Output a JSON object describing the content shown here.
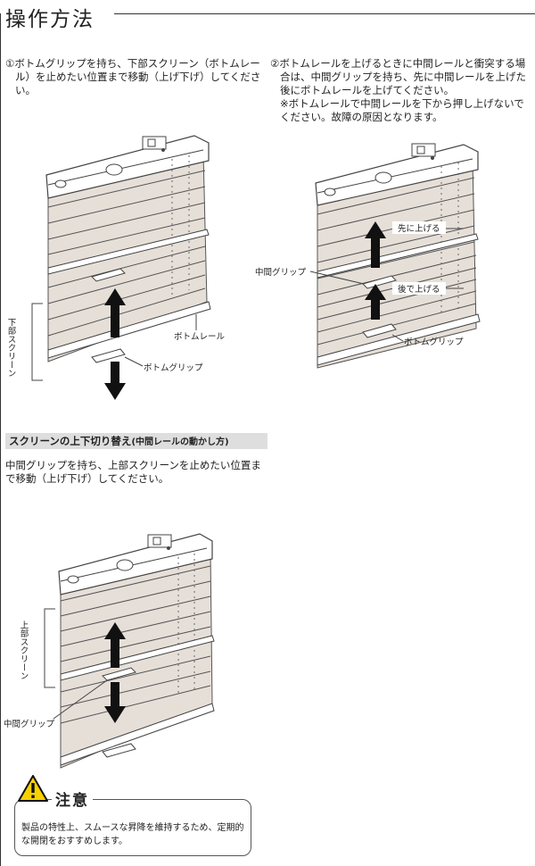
{
  "title": "操作方法",
  "step1": {
    "num": "①",
    "text": "ボトムグリップを持ち、下部スクリーン（ボトムレール）を止めたい位置まで移動（上げ下げ）してください。"
  },
  "step2": {
    "num": "②",
    "text": "ボトムレールを上げるときに中間レールと衝突する場合は、中間グリップを持ち、先に中間レールを上げた後にボトムレールを上げてください。",
    "note": "※ボトムレールで中間レールを下から押し上げないでください。故障の原因となります。"
  },
  "diagram1": {
    "screen_label": "下部スクリーン",
    "bottom_rail_label": "ボトムレール",
    "bottom_grip_label": "ボトムグリップ"
  },
  "diagram2": {
    "middle_grip_label": "中間グリップ",
    "raise_first_label": "先に上げる",
    "raise_later_label": "後で上げる",
    "bottom_grip_label": "ボトムグリップ"
  },
  "section": {
    "heading_main": "スクリーンの上下切り替え",
    "heading_sub": "(中間レールの動かし方)",
    "text": "中間グリップを持ち、上部スクリーンを止めたい位置まで移動（上げ下げ）してください。"
  },
  "diagram3": {
    "screen_label": "上部スクリーン",
    "middle_grip_label": "中間グリップ"
  },
  "caution": {
    "title": "注意",
    "text": "製品の特性上、スムースな昇降を維持するため、定期的な開閉をおすすめします。"
  }
}
